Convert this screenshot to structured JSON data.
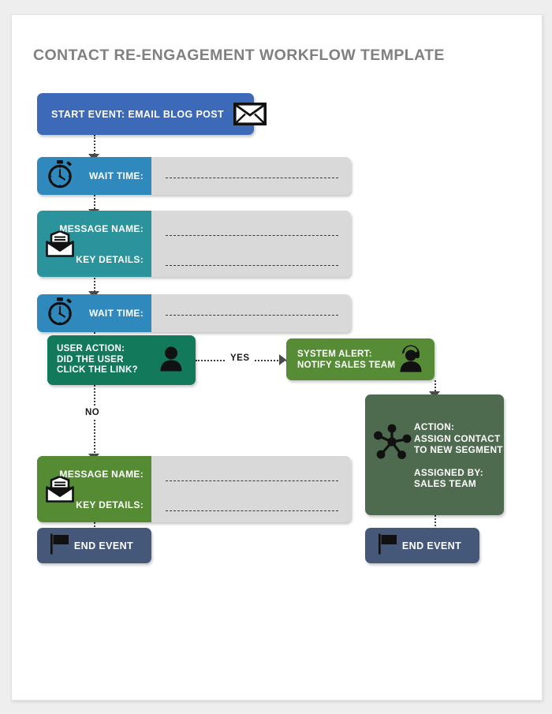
{
  "document": {
    "title": "CONTACT RE-ENGAGEMENT WORKFLOW TEMPLATE"
  },
  "theme": {
    "page_background": "#eeeeee",
    "card_background": "#ffffff",
    "title_color": "#808080",
    "start_event_color": "#3c69b8",
    "wait_time_color": "#3089bd",
    "message_teal_color": "#2b939c",
    "user_action_color": "#12795a",
    "system_alert_color": "#568c35",
    "message_green_color": "#558c33",
    "action_color": "#4e6b4f",
    "end_event_color": "#46587a",
    "field_color": "#d9d9d9",
    "connector_color": "#3d3d3d"
  },
  "nodes": {
    "start_event": {
      "label": "START EVENT: EMAIL BLOG POST",
      "icon": "envelope-icon"
    },
    "wait_time_1": {
      "label": "WAIT TIME:",
      "icon": "stopwatch-icon",
      "value": ""
    },
    "message_1": {
      "label_name": "MESSAGE NAME:",
      "label_details": "KEY  DETAILS:",
      "icon": "open-envelope-icon",
      "value_name": "",
      "value_details": ""
    },
    "wait_time_2": {
      "label": "WAIT TIME:",
      "icon": "stopwatch-icon",
      "value": ""
    },
    "user_action": {
      "line1": "USER ACTION:",
      "line2": "DID THE USER",
      "line3": "CLICK THE LINK?",
      "icon": "person-icon"
    },
    "system_alert": {
      "line1": "SYSTEM ALERT:",
      "line2": "NOTIFY SALES TEAM",
      "icon": "headset-agent-icon"
    },
    "action": {
      "line1": "ACTION:",
      "line2": "ASSIGN CONTACT",
      "line3": "TO NEW SEGMENT",
      "line4": "ASSIGNED BY:",
      "line5": "SALES TEAM",
      "icon": "network-hub-icon"
    },
    "message_2": {
      "label_name": "MESSAGE NAME:",
      "label_details": "KEY  DETAILS:",
      "icon": "open-envelope-icon",
      "value_name": "",
      "value_details": ""
    },
    "end_event_left": {
      "label": "END EVENT",
      "icon": "flag-icon"
    },
    "end_event_right": {
      "label": "END EVENT",
      "icon": "flag-icon"
    }
  },
  "edges": {
    "yes_label": "YES",
    "no_label": "NO"
  }
}
